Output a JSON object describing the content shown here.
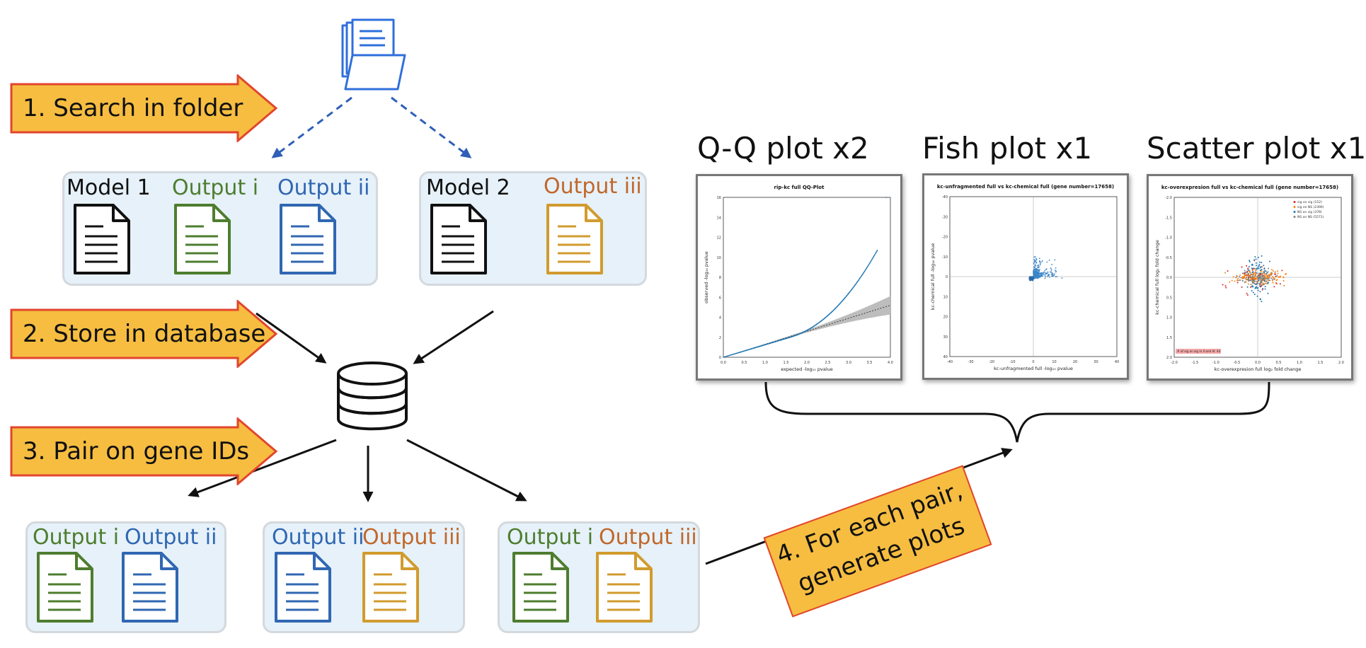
{
  "steps": {
    "s1": "1. Search in folder",
    "s2": "2. Store in database",
    "s3": "3. Pair on gene IDs",
    "s4_line1": "4. For each pair,",
    "s4_line2": "generate plots"
  },
  "colors": {
    "step_fill": "#f6bd41",
    "step_border": "#e2452d",
    "group_fill": "#e6f1f9",
    "folder": "#2f6fdc",
    "black_doc": "#111111",
    "green_doc": "#4e7d2f",
    "blue_doc": "#3067b2",
    "orange_doc": "#d19b2e"
  },
  "icons": [
    "folder-icon",
    "database-icon",
    "document-icon",
    "curly-brace-icon"
  ],
  "models": {
    "m1": {
      "model": "Model 1",
      "out1": "Output i",
      "out2": "Output ii"
    },
    "m2": {
      "model": "Model 2",
      "out1": "Output iii"
    }
  },
  "pairs": {
    "p1": {
      "a": "Output i",
      "b": "Output ii"
    },
    "p2": {
      "a": "Output ii",
      "b": "Output iii"
    },
    "p3": {
      "a": "Output i",
      "b": "Output iii"
    }
  },
  "plots": {
    "qq": {
      "heading": "Q-Q plot x2",
      "title": "rip-kc full QQ-Plot",
      "xlabel": "expected -log₁₀ pvalue",
      "ylabel": "observed -log₁₀ pvalue",
      "xticks": [
        "0.0",
        "0.5",
        "1.0",
        "1.5",
        "2.0",
        "2.5",
        "3.0",
        "3.5",
        "4.0"
      ],
      "yticks": [
        "0",
        "2",
        "4",
        "6",
        "8",
        "10",
        "12",
        "14",
        "16"
      ]
    },
    "fish": {
      "heading": "Fish plot x1",
      "title": "kc-unfragmented full vs kc-chemical full (gene number=17658)",
      "xlabel": "kc-unfragmented full -log₁₀ pvalue",
      "ylabel": "kc-chemical full -log₁₀ pvalue",
      "xticks": [
        "-40",
        "-30",
        "-20",
        "-10",
        "0",
        "10",
        "20",
        "30",
        "40"
      ],
      "yticks": [
        "40",
        "30",
        "20",
        "10",
        "0",
        "-10",
        "-20",
        "-30",
        "-40"
      ]
    },
    "scatter": {
      "heading": "Scatter plot x1",
      "title": "kc-overexpresion full vs kc-chemical full (gene number=17658)",
      "xlabel": "kc-overexpresion full log₂ fold change",
      "ylabel": "kc-chemical full log₂ fold change",
      "xticks": [
        "-2.0",
        "-1.5",
        "-1.0",
        "-0.5",
        "0.0",
        "0.5",
        "1.0",
        "1.5",
        "2.0"
      ],
      "yticks": [
        "2.0",
        "1.5",
        "1.0",
        "0.5",
        "0.0",
        "-0.5",
        "-1.0",
        "-1.5",
        "-2.0"
      ],
      "legend": [
        "sig on sig (152)",
        "sig on NS (2396)",
        "NS on sig (378)",
        "NS on NS (5571)"
      ],
      "legend_colors": [
        "#d62728",
        "#ff7f0e",
        "#1f77b4",
        "#7f7f7f"
      ],
      "note": "# of sig on sig in Il and Ill: 44"
    }
  }
}
